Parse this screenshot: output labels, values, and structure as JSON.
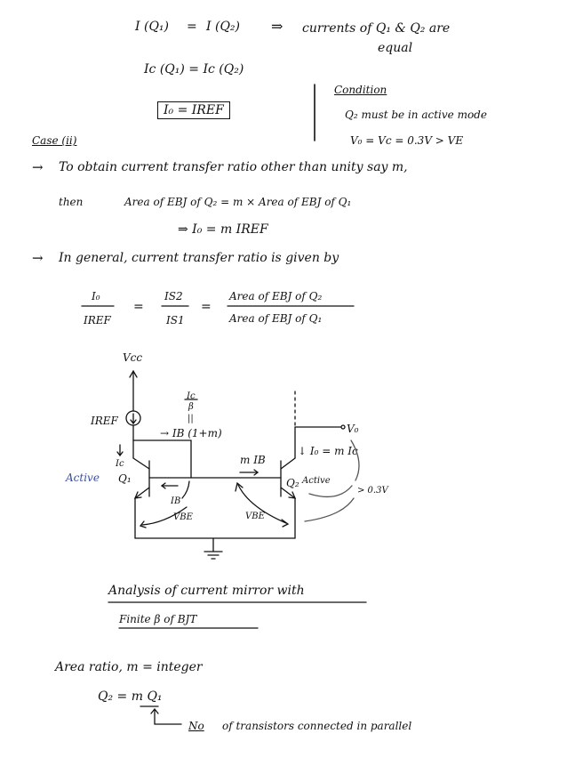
{
  "page": {
    "line1": {
      "left": "I (Q₁)",
      "eq": "=",
      "right": "I (Q₂)",
      "arrow": "⇒",
      "text": "currents of Q₁ & Q₂ are",
      "text2": "equal"
    },
    "line2": "Ic (Q₁) = Ic (Q₂)",
    "boxed": "I₀ = IREF",
    "condition": {
      "title": "Condition",
      "l1": "Q₂ must be in active mode",
      "l2": "V₀ = Vc = 0.3V > VE"
    },
    "case": "Case (ii)",
    "obtain": {
      "arrow": "→",
      "text": "To obtain current transfer ratio other than unity say m,"
    },
    "then": {
      "label": "then",
      "text": "Area of EBJ of Q₂ = m × Area of EBJ of Q₁"
    },
    "result": "⇒ I₀ = m IREF",
    "general": {
      "arrow": "→",
      "text": "In general, current transfer ratio is given by"
    },
    "ratio": {
      "f1_num": "I₀",
      "f1_den": "IREF",
      "f2_num": "IS2",
      "f2_den": "IS1",
      "f3_num": "Area of EBJ of Q₂",
      "f3_den": "Area of EBJ of Q₁",
      "eq": "="
    },
    "circuit": {
      "vcc": "Vcc",
      "iref": "IREF",
      "ic_over_beta_num": "Ic",
      "ic_over_beta_den": "β",
      "parallel": "||",
      "ib_total": "→ IB (1+m)",
      "v0": "V₀",
      "i0": "↓ I₀ = m Ic",
      "mib": "m IB",
      "ic_label": "Ic",
      "q1": "Q₁",
      "active_left": "Active",
      "q2": "Q₂",
      "active_right": "Active",
      "gt": "> 0.3V",
      "ib": "IB",
      "vbe1": "VBE",
      "vbe2": "VBE"
    },
    "analysis": {
      "l1": "Analysis of current mirror with",
      "l2": "Finite β of BJT"
    },
    "area_ratio": "Area ratio,  m = integer",
    "q2_eq": "Q₂ = m Q₁",
    "note": {
      "no": "No",
      "text": "of transistors connected in parallel"
    }
  }
}
